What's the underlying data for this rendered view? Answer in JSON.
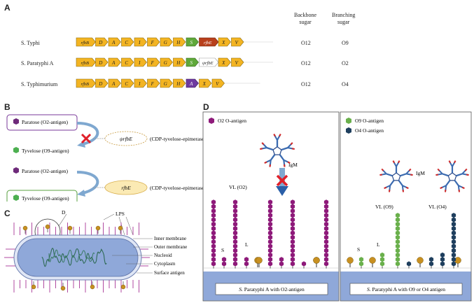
{
  "panelA": {
    "letter": "A",
    "col_backbone": [
      "Backbone",
      "sugar"
    ],
    "col_branching": [
      "Branching",
      "sugar"
    ],
    "rows": [
      {
        "strain": "S. Typhi",
        "genes": [
          "rfbB",
          "D",
          "A",
          "C",
          "I",
          "F",
          "G",
          "H",
          "S",
          "rfbE",
          "X",
          "V"
        ],
        "backbone": "O12",
        "branching": "O9"
      },
      {
        "strain": "S. Paratyphi A",
        "genes": [
          "rfbB",
          "D",
          "A",
          "C",
          "I",
          "F",
          "G",
          "H",
          "S",
          "ψrfbE",
          "X",
          "V"
        ],
        "backbone": "O12",
        "branching": "O2"
      },
      {
        "strain": "S. Typhimurium",
        "genes": [
          "rfbB",
          "D",
          "A",
          "C",
          "I",
          "F",
          "G",
          "H",
          "A",
          "X",
          "V"
        ],
        "backbone": "O12",
        "branching": "O4"
      }
    ]
  },
  "panelB": {
    "letter": "B",
    "top": {
      "source": "Paratose (O2-antigen)",
      "target": "Tyvelose (O9-antigen)",
      "enzyme": "ψrfbE",
      "enzyme_desc": "(CDP-tyvelose-epimerase)"
    },
    "bottom": {
      "source": "Paratose (O2-antigen)",
      "target": "Tyvelose (O9-antigen)",
      "enzyme": "rfbE",
      "enzyme_desc": "(CDP-tyvelose-epimerase)"
    }
  },
  "panelC": {
    "letter": "C",
    "label_d": "D",
    "label_lps": "LPS",
    "labels": [
      "Inner membrane",
      "Outer membrane",
      "Nucleoid",
      "Cytoplasm",
      "Surface antigen"
    ]
  },
  "panelD": {
    "letter": "D",
    "left": {
      "legend": "O2 O-antigen",
      "igm": "IgM",
      "vl": "VL (O2)",
      "s": "S",
      "l": "L",
      "caption_italic": "S.",
      "caption": " Paratyphi A with O2-antigen"
    },
    "right": {
      "legend1": "O9 O-antigen",
      "legend2": "O4 O-antigen",
      "igm": "IgM",
      "vl1": "VL (O9)",
      "vl2": "VL (O4)",
      "s": "S",
      "l": "L",
      "caption_italic": "S.",
      "caption": " Paratyphi A with O9 or O4 antigen"
    }
  },
  "colors": {
    "gene_yellow": "#f3b422",
    "gene_green": "#5fa83a",
    "gene_red": "#b8401c",
    "gene_purple": "#6e3aa0",
    "o2_magenta": "#8e1a7a",
    "o9_green": "#6ab04c",
    "o4_navy": "#1f3f5e",
    "cell_blue": "#8fa8d9",
    "membrane_blue": "#9fb4e0"
  }
}
